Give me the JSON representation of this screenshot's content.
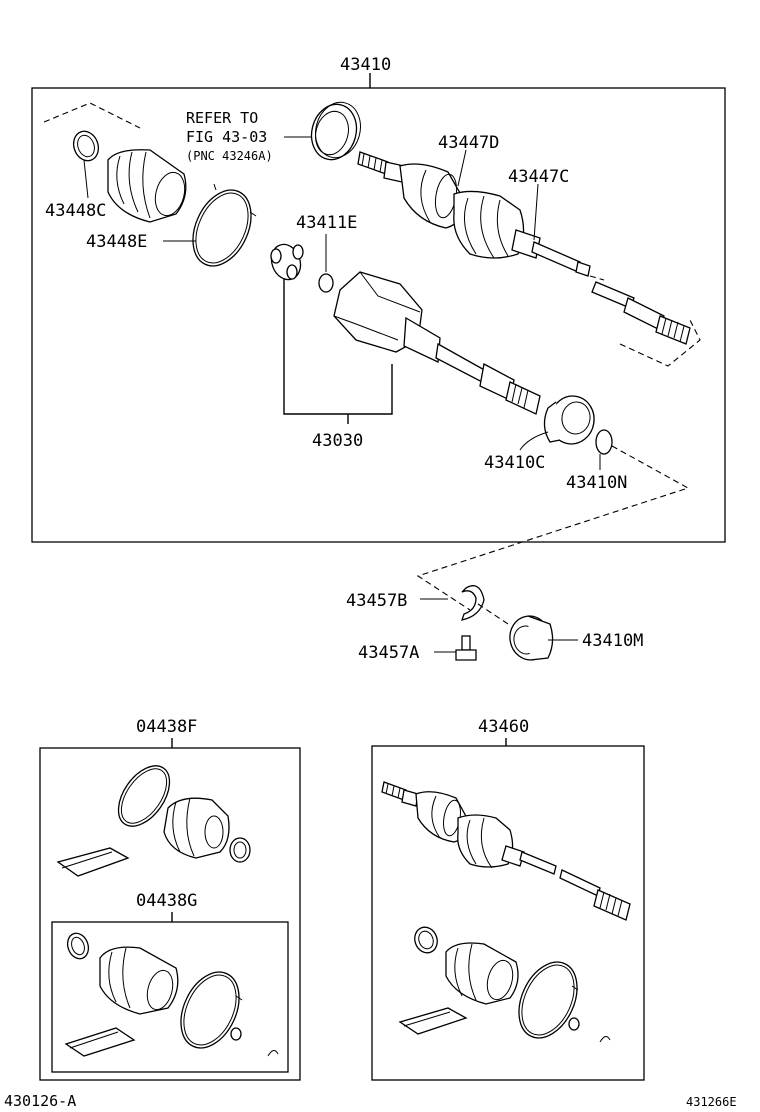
{
  "labels": {
    "main_assembly": "43410",
    "refer_line1": "REFER TO",
    "refer_line2": "FIG 43-03",
    "refer_line3": "(PNC 43246A)",
    "p43447D": "43447D",
    "p43447C": "43447C",
    "p43448C": "43448C",
    "p43448E": "43448E",
    "p43411E": "43411E",
    "p43030": "43030",
    "p43410C": "43410C",
    "p43410N": "43410N",
    "p43457B": "43457B",
    "p43457A": "43457A",
    "p43410M": "43410M",
    "p04438F": "04438F",
    "p04438G": "04438G",
    "p43460": "43460",
    "footer_left": "430126-A",
    "footer_right": "431266E"
  }
}
